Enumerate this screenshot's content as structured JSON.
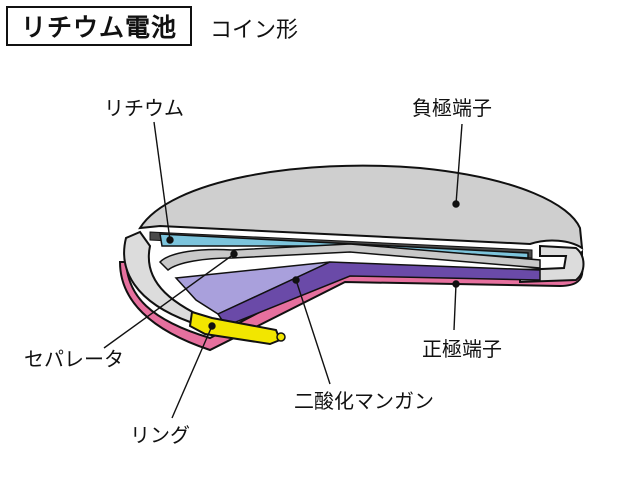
{
  "header": {
    "title": "リチウム電池",
    "subtitle": "コイン形"
  },
  "labels": {
    "lithium": "リチウム",
    "negative_terminal": "負極端子",
    "separator": "セパレータ",
    "positive_terminal": "正極端子",
    "manganese_dioxide": "二酸化マンガン",
    "ring": "リング"
  },
  "colors": {
    "lid_gray": "#c8c8c8",
    "lithium_blue": "#7cc4dc",
    "separator_lavender": "#a9a0dc",
    "manganese_purple": "#6a4aa8",
    "positive_pink": "#e6709e",
    "ring_yellow": "#f2e600"
  }
}
